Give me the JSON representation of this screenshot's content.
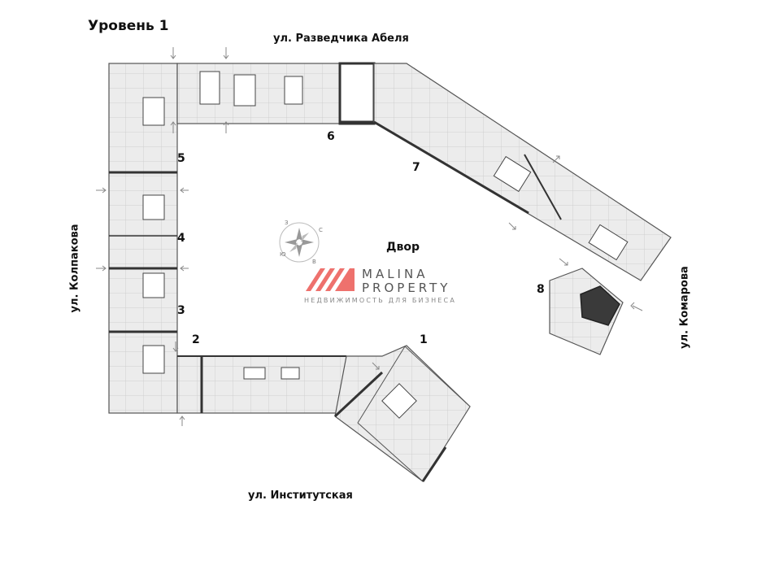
{
  "level_title": "Уровень 1",
  "streets": {
    "top": "ул. Разведчика Абеля",
    "bottom": "ул. Институтская",
    "left": "ул. Колпакова",
    "right": "ул. Комарова"
  },
  "sections": [
    "1",
    "2",
    "3",
    "4",
    "5",
    "6",
    "7",
    "8"
  ],
  "yard_label": "Двор",
  "compass": {
    "north": "С",
    "east": "В",
    "south": "Ю",
    "west": "З"
  },
  "logo": {
    "line1": "MALINA",
    "line2": "PROPERTY",
    "tagline": "НЕДВИЖИМОСТЬ ДЛЯ БИЗНЕСА",
    "brand_color": "#e8413c"
  },
  "colors": {
    "floor": "#ececec",
    "wall": "#444444",
    "highlight": "#3a3a3a"
  }
}
